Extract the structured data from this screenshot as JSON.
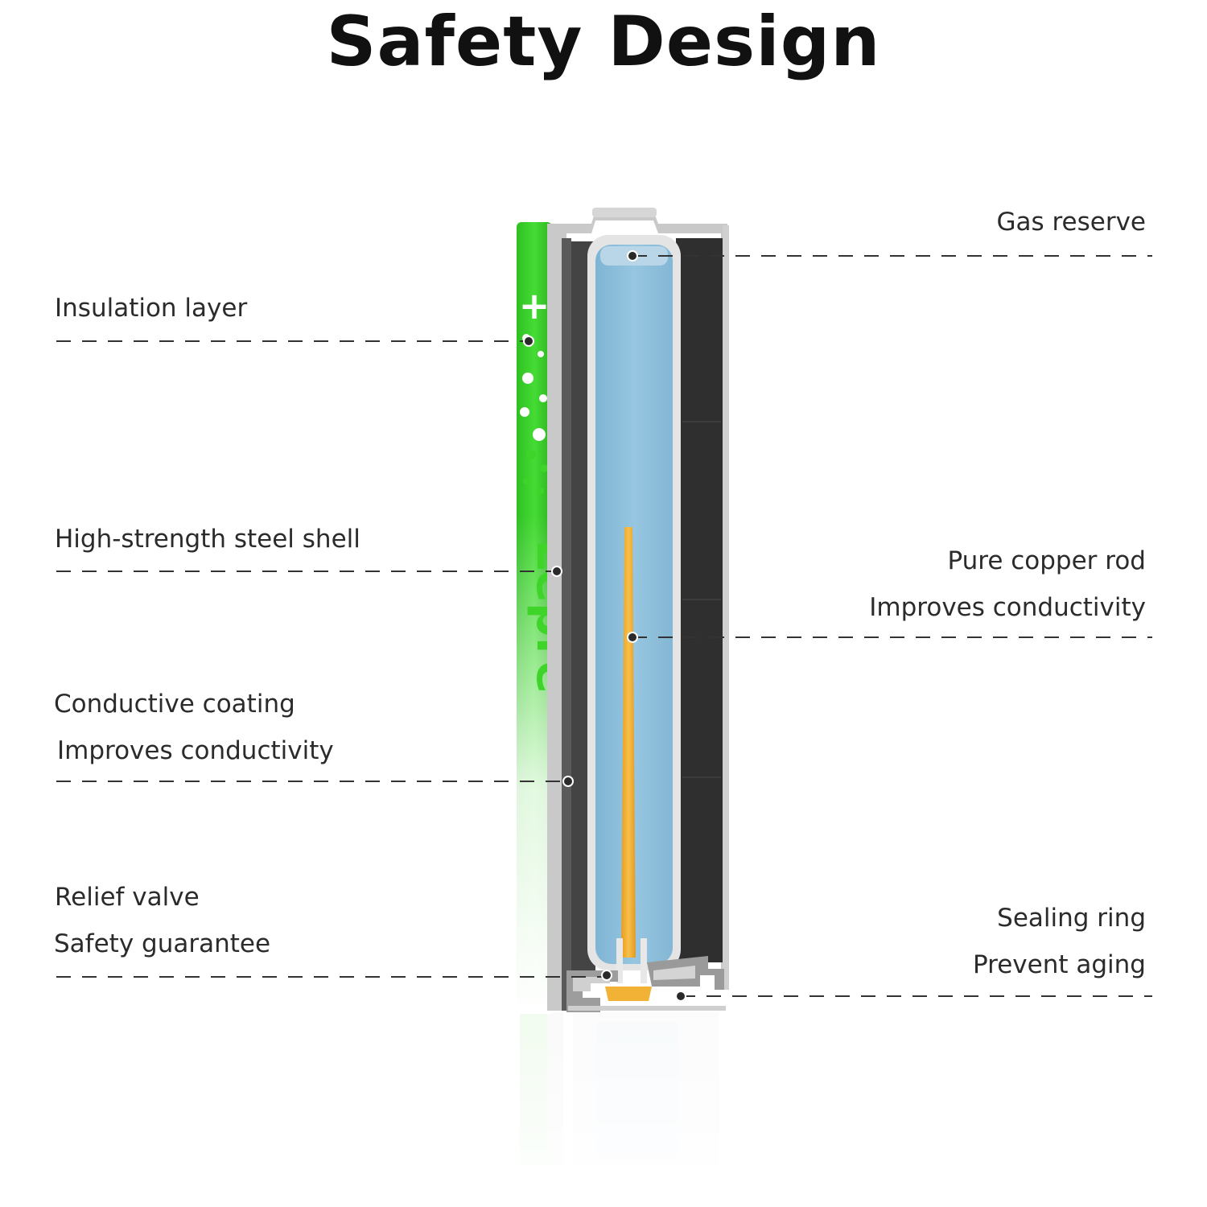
{
  "title": "Safety Design",
  "brand_mark": "Lepre",
  "polarity_mark": "+",
  "labels": {
    "gas_reserve": "Gas reserve",
    "insulation_layer": "Insulation layer",
    "steel_shell": "High-strength steel shell",
    "copper_rod": "Pure copper rod",
    "copper_rod_sub": "Improves conductivity",
    "conductive_coating": "Conductive coating",
    "conductive_coating_sub": "Improves conductivity",
    "relief_valve": "Relief valve",
    "relief_valve_sub": "Safety guarantee",
    "sealing_ring": "Sealing ring",
    "sealing_ring_sub": "Prevent aging"
  },
  "colors": {
    "brand_green": "#3ed42a",
    "electrolyte_blue": "#8ebfdc",
    "copper": "#f0b43a",
    "cathode_dark": "#2f2f2f",
    "shell_gray": "#c8c8c8"
  }
}
